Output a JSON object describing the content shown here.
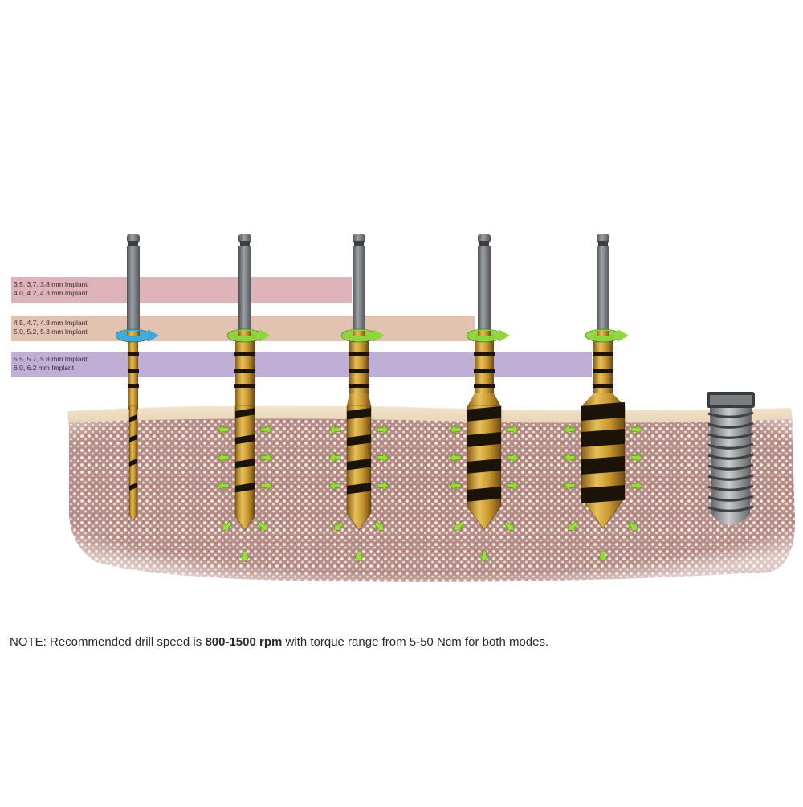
{
  "colors": {
    "band1": "#d8a6ad",
    "band2": "#ddb7a3",
    "band3": "#b4a1cf",
    "bone": "#b58c84",
    "bone_cell": "#f4ebe5",
    "gold": "#c8962e",
    "stripe": "#1b1208",
    "shaft": "#6b6e72",
    "stopper_blue": "#3aa9e0",
    "stopper_green": "#8ed63a",
    "arrow_green": "#9adb3c",
    "implant": "#8f9294"
  },
  "bands": [
    {
      "lines": [
        "3.5, 3.7, 3.8 mm Implant",
        "4.0, 4.2, 4.3 mm Implant"
      ]
    },
    {
      "lines": [
        "4.5, 4.7, 4.8 mm Implant",
        "5.0, 5.2, 5.3 mm Implant"
      ]
    },
    {
      "lines": [
        "5.5, 5.7, 5.8 mm Implant",
        "6.0, 6.2 mm Implant"
      ]
    }
  ],
  "drills": [
    {
      "id": "drill-1",
      "stopper": "blue"
    },
    {
      "id": "drill-2",
      "stopper": "green"
    },
    {
      "id": "drill-3",
      "stopper": "green"
    },
    {
      "id": "drill-4",
      "stopper": "green"
    },
    {
      "id": "drill-5",
      "stopper": "green"
    }
  ],
  "note": {
    "prefix": "NOTE: Recommended drill speed is ",
    "speed": "800-1500 rpm",
    "suffix": " with torque range from 5-50 Ncm for both modes."
  }
}
